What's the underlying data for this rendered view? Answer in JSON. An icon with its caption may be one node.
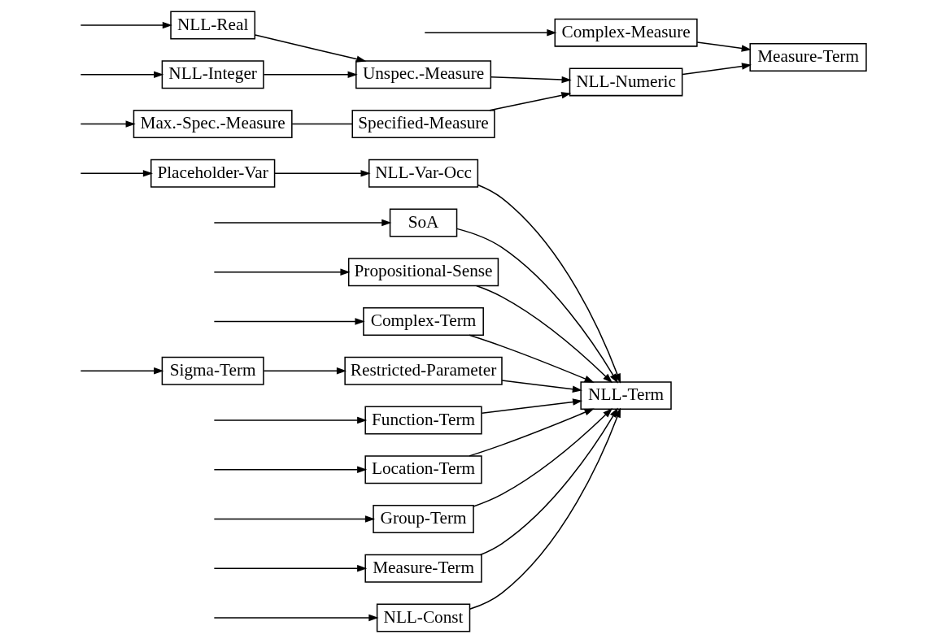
{
  "diagram": {
    "nodes": [
      {
        "text": [
          "NLL-Const"
        ]
      },
      {
        "text": [
          "Placeholder-Var"
        ]
      },
      {
        "text": [
          "NLL-Var-Occ"
        ]
      },
      {
        "text": [
          "SoA"
        ]
      },
      {
        "text": [
          "Propositional-Sense"
        ]
      },
      {
        "text": [
          "Complex-Term"
        ]
      },
      {
        "text": [
          "Sigma-Term"
        ]
      },
      {
        "text": [
          "Restricted-Parameter"
        ]
      },
      {
        "text": [
          "Function-Term"
        ]
      },
      {
        "text": [
          "Location-Term"
        ]
      },
      {
        "text": [
          "Group-Term"
        ]
      },
      {
        "text": [
          "Measure-Term"
        ]
      },
      {
        "text": [
          "NLL-Term"
        ]
      },
      {
        "text": [
          "Max.-Spec.-Measure"
        ]
      },
      {
        "text": [
          "Specified-Measure"
        ]
      },
      {
        "text": [
          "NLL-Real"
        ]
      },
      {
        "text": [
          "NLL-Integer"
        ]
      },
      {
        "text": [
          "Unspec.-Measure"
        ]
      },
      {
        "text": [
          "Complex-Measure"
        ]
      },
      {
        "text": [
          "NLL-Numeric"
        ]
      },
      {
        "text": [
          "Measure-Term"
        ]
      }
    ],
    "edges": [
      {
        "from": null,
        "to": 0,
        "arrow": "to"
      },
      {
        "from": null,
        "to": 1,
        "arrow": "to"
      },
      {
        "from": null,
        "to": 3,
        "arrow": "to"
      },
      {
        "from": null,
        "to": 4,
        "arrow": "to"
      },
      {
        "from": null,
        "to": 5,
        "arrow": "to"
      },
      {
        "from": null,
        "to": 6,
        "arrow": "to"
      },
      {
        "from": null,
        "to": 8,
        "arrow": "to"
      },
      {
        "from": null,
        "to": 9,
        "arrow": "to"
      },
      {
        "from": null,
        "to": 10,
        "arrow": "to"
      },
      {
        "from": null,
        "to": 11,
        "arrow": "to"
      },
      {
        "from": 0,
        "to": 12,
        "arrow": "to"
      },
      {
        "from": 1,
        "to": 2,
        "arrow": "to"
      },
      {
        "from": 2,
        "to": 12,
        "arrow": "to"
      },
      {
        "from": 3,
        "to": 12,
        "arrow": "to"
      },
      {
        "from": 4,
        "to": 12,
        "arrow": "to"
      },
      {
        "from": 5,
        "to": 12,
        "arrow": "to"
      },
      {
        "from": 6,
        "to": 7,
        "arrow": "to"
      },
      {
        "from": 7,
        "to": 12,
        "arrow": "to"
      },
      {
        "from": 8,
        "to": 12,
        "arrow": "to"
      },
      {
        "from": 9,
        "to": 12,
        "arrow": "to"
      },
      {
        "from": 10,
        "to": 12,
        "arrow": "to"
      },
      {
        "from": 11,
        "to": 12,
        "arrow": "to"
      },
      {
        "from": null,
        "to": 13,
        "arrow": "to"
      },
      {
        "from": null,
        "to": 15,
        "arrow": "to"
      },
      {
        "from": null,
        "to": 16,
        "arrow": "to"
      },
      {
        "from": null,
        "to": 18,
        "arrow": "to"
      },
      {
        "from": 13,
        "to": 14,
        "arrow": "none"
      },
      {
        "from": 14,
        "to": 19,
        "arrow": "to"
      },
      {
        "from": 15,
        "to": 17,
        "arrow": "to"
      },
      {
        "from": 16,
        "to": 17,
        "arrow": "to"
      },
      {
        "from": 17,
        "to": 19,
        "arrow": "to"
      },
      {
        "from": 19,
        "to": 20,
        "arrow": "to"
      },
      {
        "from": 18,
        "to": 20,
        "arrow": "to"
      }
    ]
  }
}
